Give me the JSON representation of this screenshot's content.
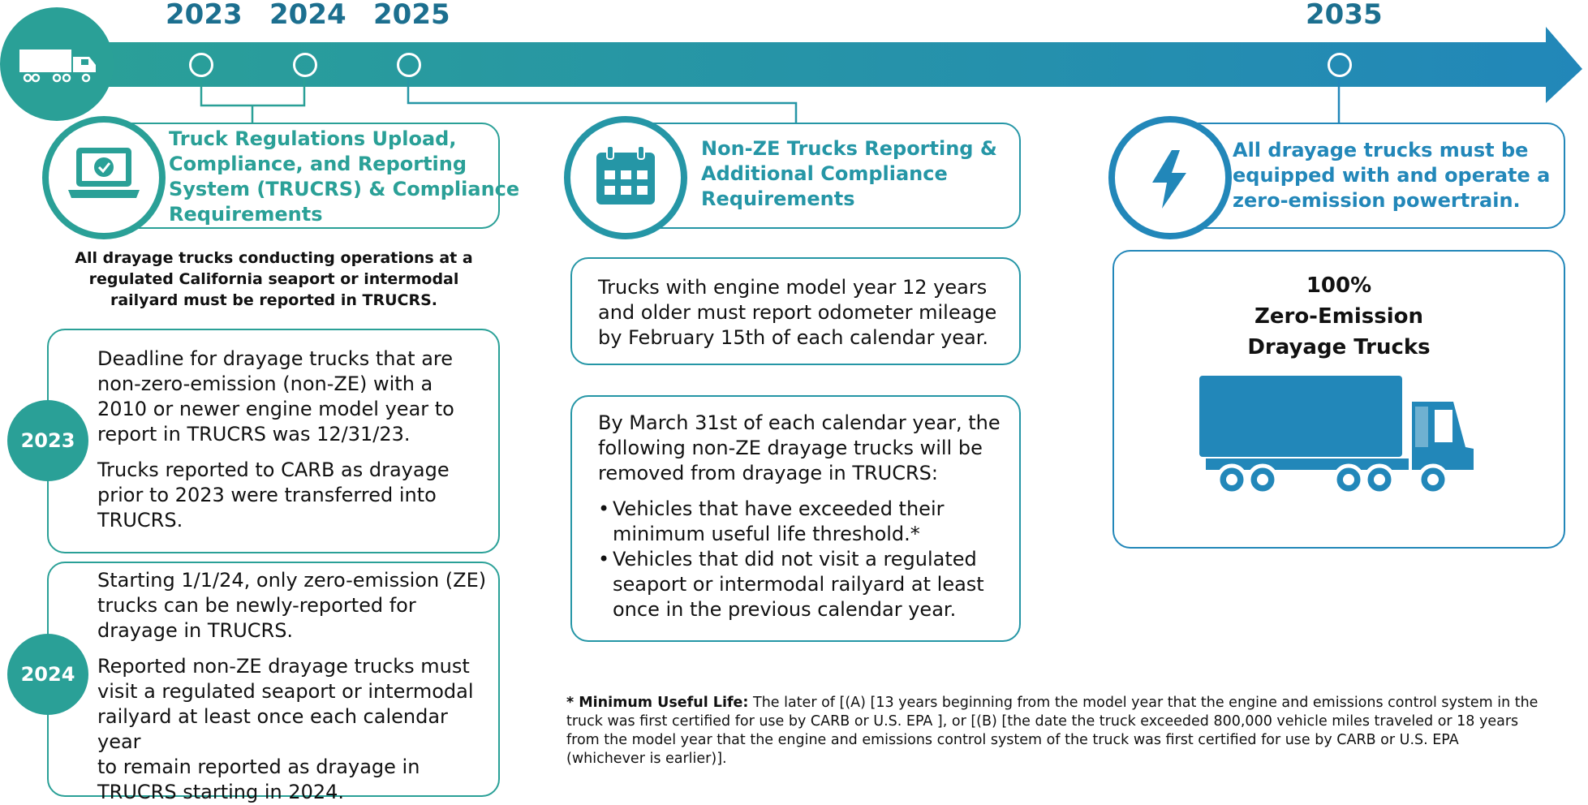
{
  "timeline": {
    "years": [
      "2023",
      "2024",
      "2025",
      "2035"
    ]
  },
  "col1": {
    "heading": "Truck Regulations Upload, Compliance, and Reporting System (TRUCRS) & Compliance Requirements",
    "heading_lines": [
      "Truck Regulations Upload,",
      "Compliance, and Reporting",
      "System (TRUCRS) & Compliance",
      "Requirements"
    ],
    "intro_lines": [
      "All drayage trucks conducting operations at a",
      "regulated California seaport or intermodal",
      "railyard must be reported in TRUCRS."
    ],
    "box_2023": {
      "badge": "2023",
      "para1_lines": [
        "Deadline for drayage trucks that are",
        "non-zero-emission (non-ZE) with a",
        "2010 or newer engine model year to",
        "report in TRUCRS was 12/31/23."
      ],
      "para2_lines": [
        "Trucks reported to CARB as drayage",
        "prior to 2023 were transferred into",
        "TRUCRS."
      ]
    },
    "box_2024": {
      "badge": "2024",
      "para1_lines": [
        "Starting 1/1/24, only zero-emission (ZE)",
        "trucks can be newly-reported for",
        "drayage in TRUCRS."
      ],
      "para2_lines": [
        "Reported non-ZE drayage trucks must",
        "visit a regulated seaport or intermodal",
        "railyard at least once each calendar year",
        "to remain reported as drayage in",
        "TRUCRS starting in 2024."
      ]
    }
  },
  "col2": {
    "heading_lines": [
      "Non-ZE Trucks Reporting &",
      "Additional Compliance",
      "Requirements"
    ],
    "box1_lines": [
      "Trucks with engine model year 12 years",
      "and older must report odometer mileage",
      "by February 15th of each calendar year."
    ],
    "box2_intro_lines": [
      "By March 31st of each calendar year, the",
      "following non-ZE drayage trucks will be",
      "removed from drayage in TRUCRS:"
    ],
    "bullet1_lines": [
      "Vehicles that have exceeded their",
      "minimum useful life threshold.*"
    ],
    "bullet2_lines": [
      "Vehicles that did not visit a regulated",
      "seaport or intermodal railyard at least",
      "once in the previous calendar year."
    ]
  },
  "col3": {
    "heading_lines": [
      "All drayage trucks must be",
      "equipped with and operate a",
      "zero-emission powertrain."
    ],
    "box_title_lines": [
      "100%",
      "Zero-Emission",
      "Drayage Trucks"
    ]
  },
  "footnote": {
    "label": "* Minimum Useful Life:",
    "lines": [
      " The later of [(A) [13 years beginning from the model year that the engine and emissions control system in the",
      "truck was first certified for use by CARB or U.S. EPA ], or [(B) [the date the truck exceeded 800,000 vehicle miles traveled or 18 years",
      "from the model year that the engine and emissions control system of the truck was first certified for use by CARB or U.S. EPA",
      "(whichever is earlier)]."
    ]
  },
  "colors": {
    "teal": "#2aa097",
    "mid": "#2596a6",
    "blue": "#2287b9"
  },
  "icons": [
    "truck-icon",
    "laptop-check-icon",
    "calendar-icon",
    "lightning-icon",
    "box-truck-icon"
  ]
}
